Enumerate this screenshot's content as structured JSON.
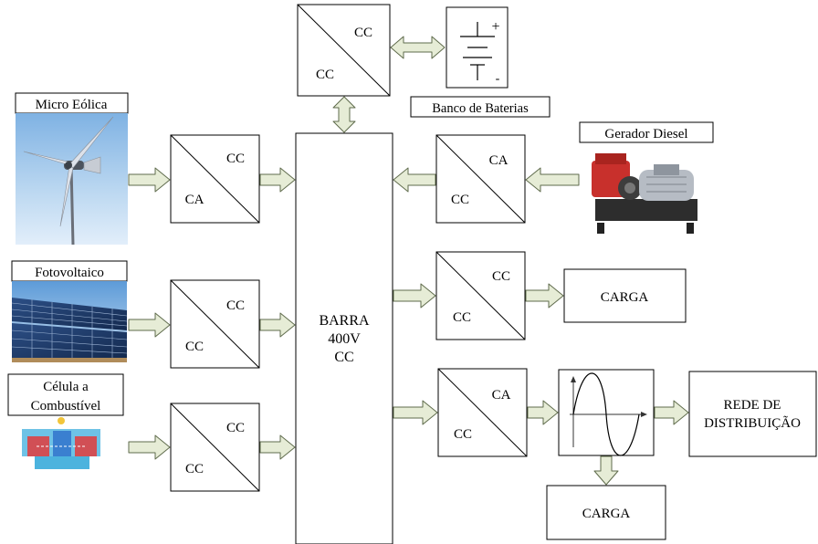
{
  "colors": {
    "arrow_fill": "#e6ecd6",
    "arrow_stroke": "#5f6b4c",
    "line": "#000000"
  },
  "sources": {
    "wind": {
      "label": "Micro Eólica",
      "icon": "wind-turbine-icon"
    },
    "pv": {
      "label": "Fotovoltaico",
      "icon": "solar-panel-icon"
    },
    "fuel_cell": {
      "label_line1": "Célula a",
      "label_line2": "Combustível",
      "icon": "fuel-cell-icon"
    },
    "diesel": {
      "label": "Gerador Diesel",
      "icon": "diesel-generator-icon"
    }
  },
  "converters": {
    "dcdc_top": {
      "upper": "CC",
      "lower": "CC"
    },
    "wind_conv": {
      "upper": "CC",
      "lower": "CA"
    },
    "pv_conv": {
      "upper": "CC",
      "lower": "CC"
    },
    "fc_conv": {
      "upper": "CC",
      "lower": "CC"
    },
    "diesel_conv": {
      "upper": "CA",
      "lower": "CC"
    },
    "load_conv": {
      "upper": "CC",
      "lower": "CC"
    },
    "inverter_conv": {
      "upper": "CA",
      "lower": "CC"
    }
  },
  "battery": {
    "label": "Banco de Baterias",
    "plus": "+",
    "minus": "-"
  },
  "bus": {
    "line1": "BARRA",
    "line2": "400V",
    "line3": "CC"
  },
  "loads": {
    "load1": "CARGA",
    "load2": "CARGA"
  },
  "grid": {
    "line1": "REDE DE",
    "line2": "DISTRIBUIÇÃO"
  }
}
